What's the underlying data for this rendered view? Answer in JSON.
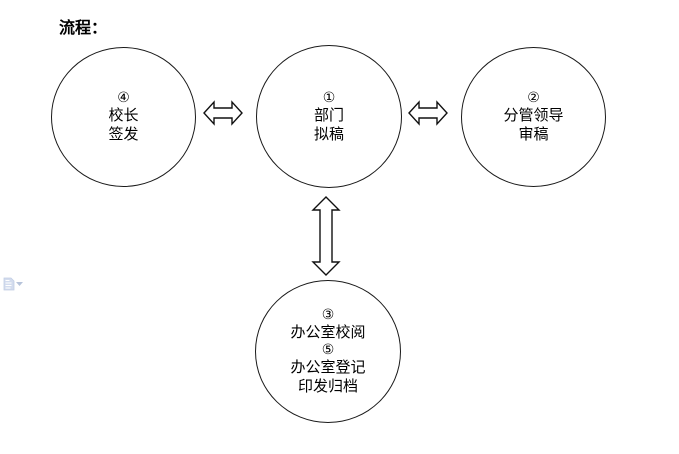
{
  "page": {
    "title": "流程：",
    "background_color": "#ffffff",
    "outline_color": "#1a1a1a",
    "text_color": "#000000"
  },
  "diagram": {
    "type": "flow-diagram",
    "nodes": [
      {
        "id": "principal",
        "shape": "circle",
        "marker": "④",
        "lines": [
          "校长",
          "签发"
        ]
      },
      {
        "id": "department",
        "shape": "circle",
        "marker": "①",
        "lines": [
          "部门",
          "拟稿"
        ]
      },
      {
        "id": "leader",
        "shape": "circle",
        "marker": "②",
        "lines": [
          "分管领导",
          "审稿"
        ]
      },
      {
        "id": "office",
        "shape": "circle",
        "marker": "③",
        "lines": [
          "办公室校阅"
        ],
        "marker2": "⑤",
        "lines2": [
          "办公室登记",
          "印发归档"
        ]
      }
    ],
    "connectors": [
      {
        "id": "principal-department",
        "orientation": "horizontal",
        "style": "double-headed-block-arrow"
      },
      {
        "id": "department-leader",
        "orientation": "horizontal",
        "style": "double-headed-block-arrow"
      },
      {
        "id": "department-office",
        "orientation": "vertical",
        "style": "double-headed-block-arrow"
      }
    ]
  },
  "artifact": {
    "paste_options_icon": "paste-options-icon",
    "color": "#bcc9e2"
  }
}
